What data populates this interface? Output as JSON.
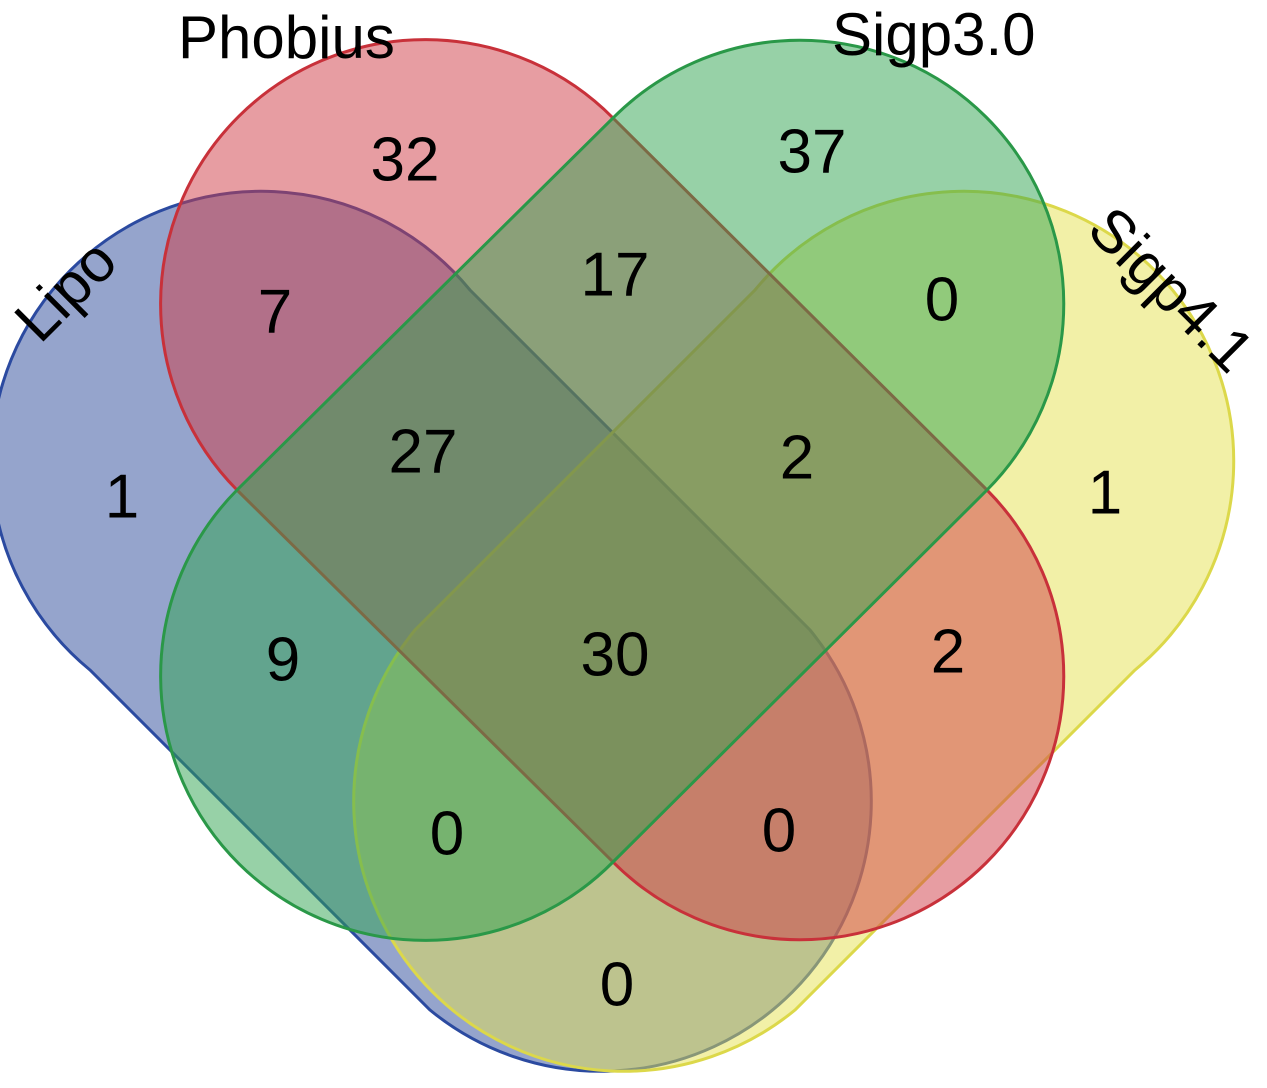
{
  "sets": [
    {
      "key": "lipo",
      "label": "Lipo",
      "fill": "#2c4a9a",
      "stroke": "#2b4aa0"
    },
    {
      "key": "phobius",
      "label": "Phobius",
      "fill": "#cf3b45",
      "stroke": "#c8313a"
    },
    {
      "key": "sigp30",
      "label": "Sigp3.0",
      "fill": "#2fa44f",
      "stroke": "#2a9848"
    },
    {
      "key": "sigp41",
      "label": "Sigp4.1",
      "fill": "#e6e24f",
      "stroke": "#dcd84a"
    }
  ],
  "regions": {
    "lipo_only": "1",
    "phobius_only": "32",
    "sigp30_only": "37",
    "sigp41_only": "1",
    "lipo_phobius": "7",
    "phobius_sigp30": "17",
    "sigp30_sigp41": "0",
    "lipo_phobius_sigp30": "27",
    "phobius_sigp30_sigp41": "2",
    "all_four": "30",
    "lipo_sigp30": "9",
    "phobius_sigp41": "2",
    "lipo_sigp30_sigp41": "0",
    "lipo_phobius_sigp41": "0",
    "lipo_sigp41": "0"
  }
}
